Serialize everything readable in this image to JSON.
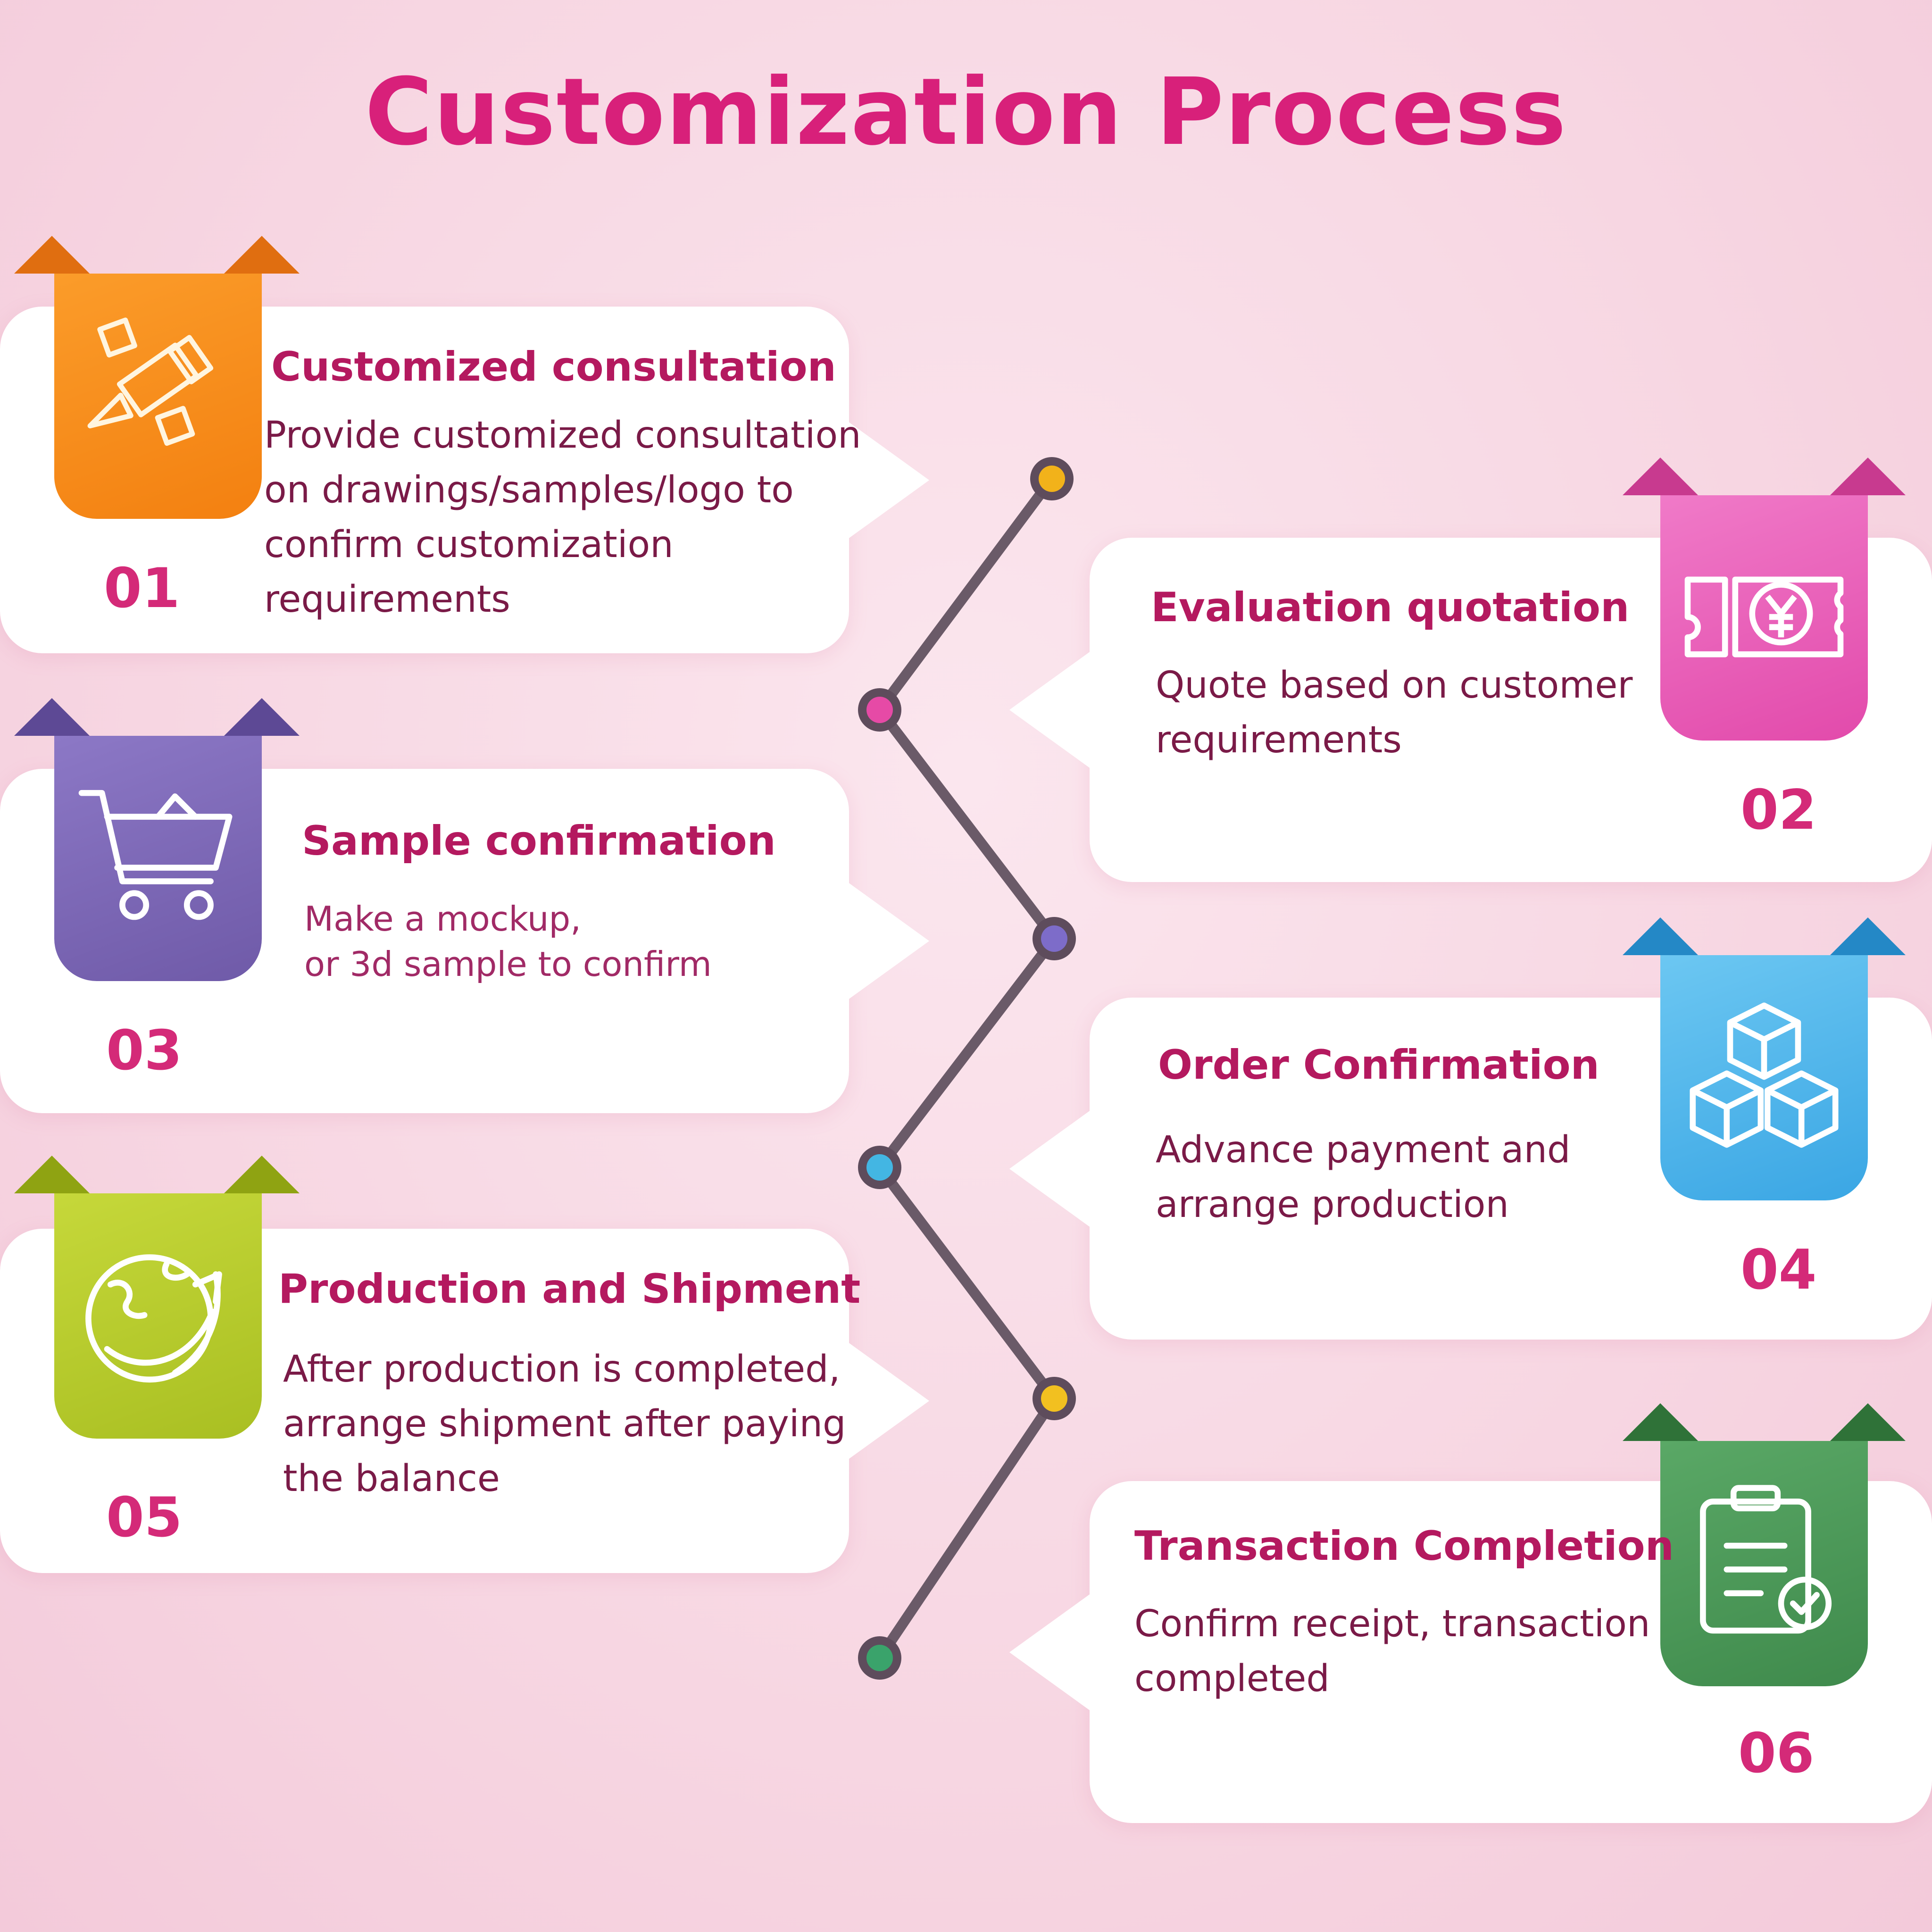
{
  "title": "Customization Process",
  "steps": [
    {
      "num": "01",
      "title": "Customized consultation",
      "desc_lines": [
        "Provide customized consultation",
        "on drawings/samples/logo to",
        "confirm customization",
        "requirements"
      ],
      "icon": "pencil-ruler-icon",
      "color": "#f7901e"
    },
    {
      "num": "02",
      "title": "Evaluation quotation",
      "desc_lines": [
        "Quote based on customer",
        "requirements"
      ],
      "icon": "yen-ticket-icon",
      "color": "#e65db8"
    },
    {
      "num": "03",
      "title": "Sample confirmation",
      "desc_lines": [
        "Make a mockup,",
        "or 3d sample to confirm"
      ],
      "icon": "shopping-cart-icon",
      "color": "#7f69b8"
    },
    {
      "num": "04",
      "title": "Order Confirmation",
      "desc_lines": [
        "Advance payment and",
        "arrange production"
      ],
      "icon": "stacked-boxes-icon",
      "color": "#4fb6ea"
    },
    {
      "num": "05",
      "title": "Production and Shipment",
      "desc_lines": [
        "After production is completed,",
        "arrange shipment after paying",
        "the balance"
      ],
      "icon": "globe-arrow-icon",
      "color": "#b9cc2c"
    },
    {
      "num": "06",
      "title": "Transaction Completion",
      "desc_lines": [
        "Confirm receipt, transaction",
        "completed"
      ],
      "icon": "clipboard-check-icon",
      "color": "#4f9a5a"
    }
  ],
  "connector_dot_colors": [
    "#f2b21a",
    "#e64aa6",
    "#7d6cc9",
    "#43b6e3",
    "#f2c020",
    "#3aa36b"
  ]
}
